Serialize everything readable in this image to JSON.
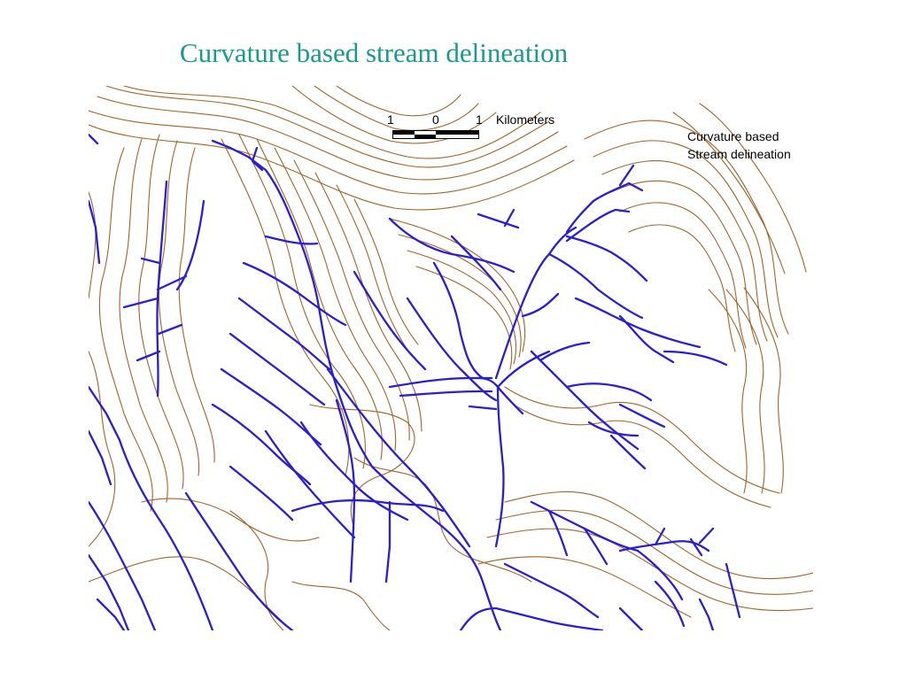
{
  "title": "Curvature based stream delineation",
  "scale_bar": {
    "left_tick": "1",
    "center_tick": "0",
    "right_tick": "1",
    "units": "Kilometers"
  },
  "legend": {
    "line1": "Curvature based",
    "line2": "Stream delineation"
  },
  "colors": {
    "title": "#1a9a8e",
    "contour": "#a0642a",
    "stream": "#2a1ed2",
    "background": "#ffffff"
  }
}
